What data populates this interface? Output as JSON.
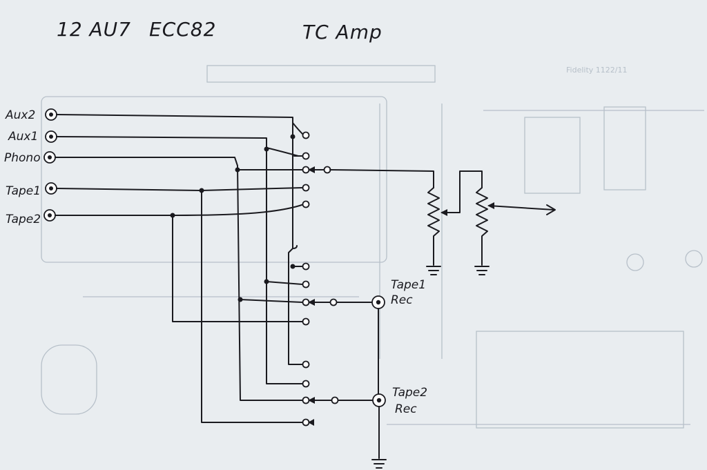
{
  "title": {
    "tube1": "12 AU7",
    "tube2": "ECC82",
    "amp": "TC Amp"
  },
  "inputs": {
    "aux2": "Aux2",
    "aux1": "Aux1",
    "phono": "Phono",
    "tape1": "Tape1",
    "tape2": "Tape2"
  },
  "outputs": {
    "tape1_rec_a": "Tape1",
    "tape1_rec_b": "Rec",
    "tape2_rec_a": "Tape2",
    "tape2_rec_b": "Rec"
  },
  "colors": {
    "paper": "#e9edf0",
    "ink": "#1a1a1f",
    "faint_ink": "#b7c0c9"
  }
}
